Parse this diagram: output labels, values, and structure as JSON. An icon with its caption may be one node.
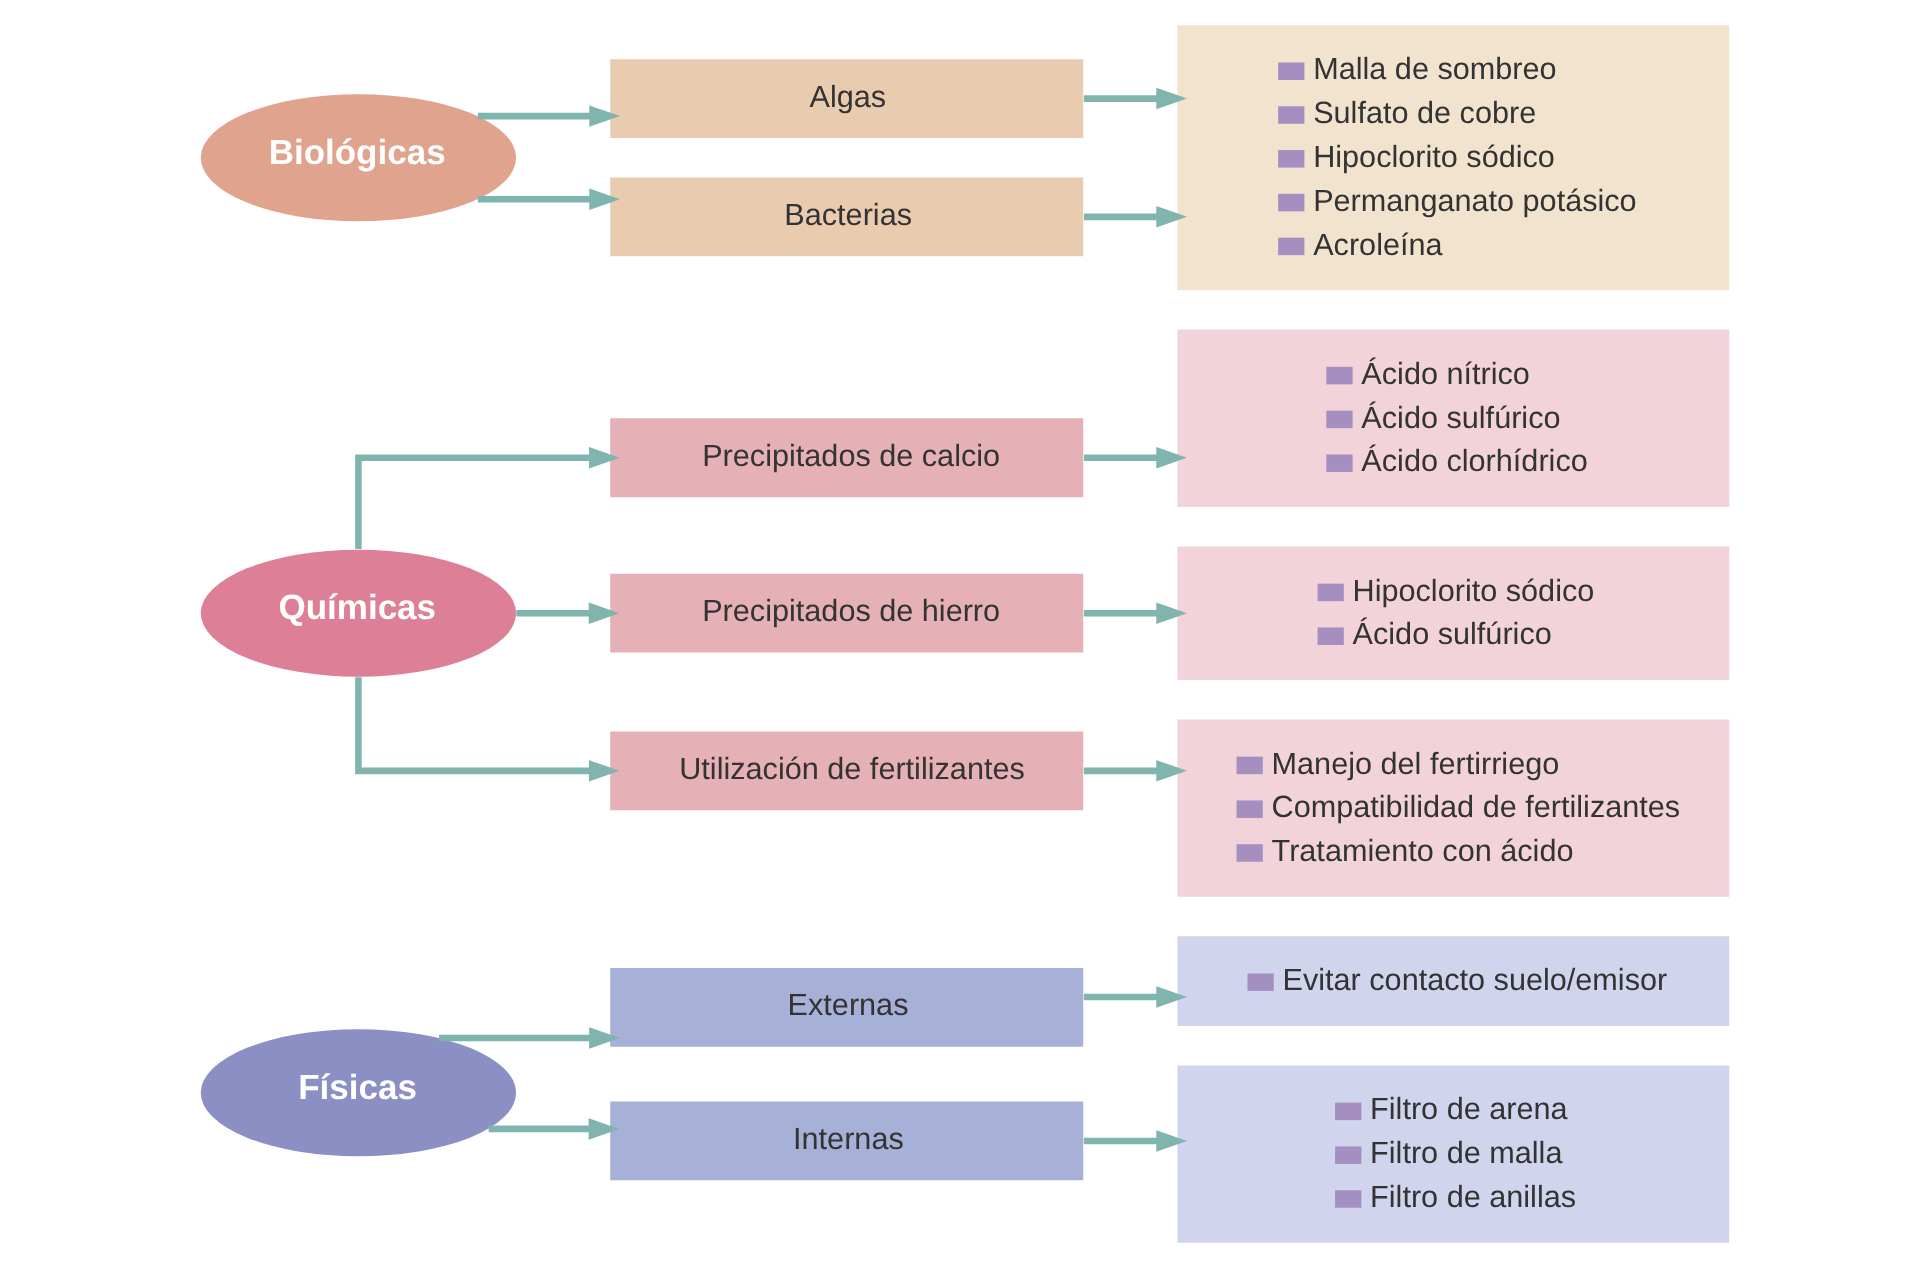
{
  "diagram": {
    "nodes": [
      {
        "text": [
          "Físicas"
        ]
      },
      {
        "text": [
          "Externas"
        ]
      },
      {
        "text": [
          "Evitar contacto suelo/emisor"
        ]
      },
      {
        "text": [
          "Internas"
        ]
      },
      {
        "text": [
          "Filtro de arena",
          "Filtro de malla",
          "Filtro de anillas"
        ]
      },
      {
        "text": [
          "Químicas"
        ]
      },
      {
        "text": [
          "Precipitados de calcio"
        ]
      },
      {
        "text": [
          "Ácido nítrico",
          "Ácido sulfúrico",
          "Ácido clorhídrico"
        ]
      },
      {
        "text": [
          "Precipitados de hierro"
        ]
      },
      {
        "text": [
          "Hipoclorito sódico",
          "Ácido sulfúrico"
        ]
      },
      {
        "text": [
          "Utilización de fertilizantes"
        ]
      },
      {
        "text": [
          "Manejo del fertirriego",
          "Compatibilidad de fertilizantes",
          "Tratamiento con ácido"
        ]
      },
      {
        "text": [
          "Biológicas"
        ]
      },
      {
        "text": [
          "Algas"
        ]
      },
      {
        "text": [
          "Malla de sombreo",
          "Sulfato de cobre",
          "Hipoclorito sódico",
          "Permanganato potásico",
          "Acroleína"
        ]
      },
      {
        "text": [
          "Bacterias"
        ]
      }
    ],
    "edges": [
      {
        "from": 0,
        "to": 1,
        "arrow": "to"
      },
      {
        "from": 0,
        "to": 3,
        "arrow": "to"
      },
      {
        "from": 1,
        "to": 2,
        "arrow": "to"
      },
      {
        "from": 3,
        "to": 4,
        "arrow": "to"
      },
      {
        "from": 5,
        "to": 6,
        "arrow": "to"
      },
      {
        "from": 5,
        "to": 8,
        "arrow": "to"
      },
      {
        "from": 5,
        "to": 10,
        "arrow": "to"
      },
      {
        "from": 6,
        "to": 7,
        "arrow": "to"
      },
      {
        "from": 8,
        "to": 9,
        "arrow": "to"
      },
      {
        "from": 10,
        "to": 11,
        "arrow": "to"
      },
      {
        "from": 12,
        "to": 13,
        "arrow": "to"
      },
      {
        "from": 12,
        "to": 15,
        "arrow": "to"
      },
      {
        "from": 13,
        "to": 14,
        "arrow": "to"
      },
      {
        "from": 15,
        "to": 14,
        "arrow": "to"
      }
    ]
  }
}
